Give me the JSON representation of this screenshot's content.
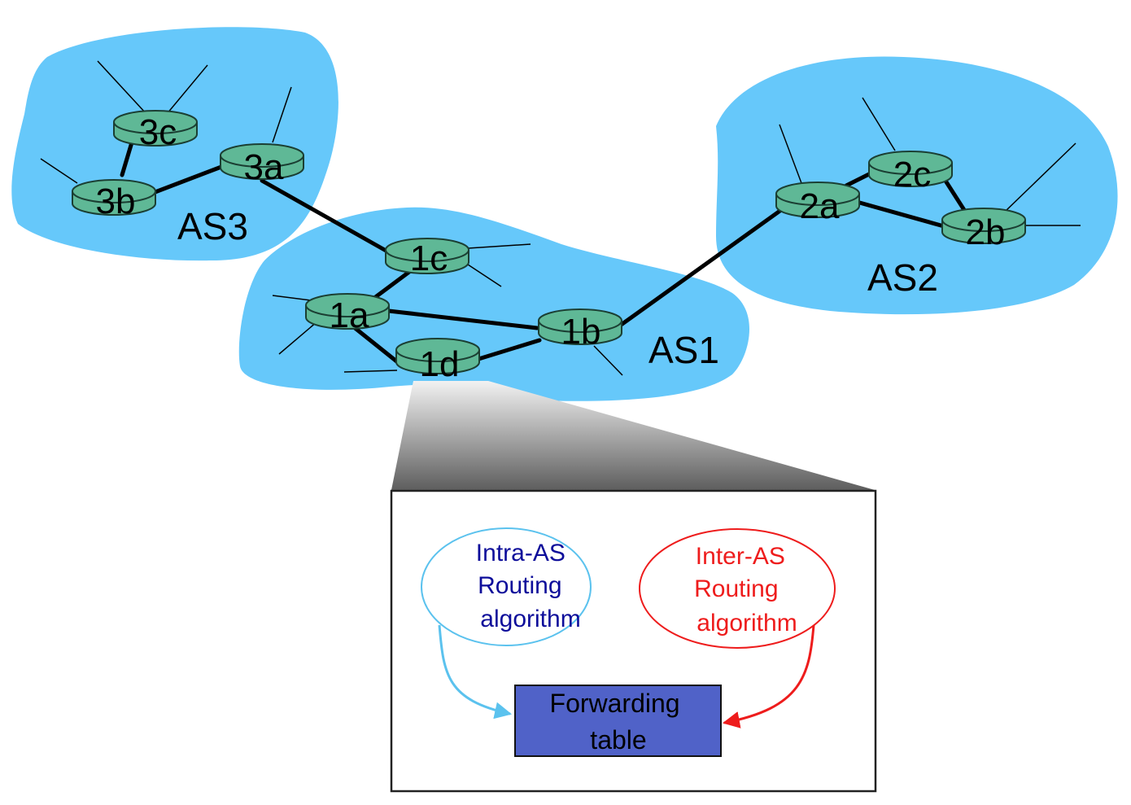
{
  "colors": {
    "as_cloud": "#66c8fa",
    "router_fill": "#5fb896",
    "router_stroke": "#1b3f33",
    "intra_as": "#5bc2ee",
    "intra_text": "#0d0d9a",
    "inter_as": "#ee1c1c",
    "forwarding_table": "#5062c8"
  },
  "as_labels": {
    "as1": "AS1",
    "as2": "AS2",
    "as3": "AS3"
  },
  "routers": {
    "r1a": "1a",
    "r1b": "1b",
    "r1c": "1c",
    "r1d": "1d",
    "r2a": "2a",
    "r2b": "2b",
    "r2c": "2c",
    "r3a": "3a",
    "r3b": "3b",
    "r3c": "3c"
  },
  "detail": {
    "intra_as": [
      "Intra-AS",
      "Routing",
      "algorithm"
    ],
    "inter_as": [
      "Inter-AS",
      "Routing",
      "algorithm"
    ],
    "forwarding_table": [
      "Forwarding",
      "table"
    ]
  }
}
